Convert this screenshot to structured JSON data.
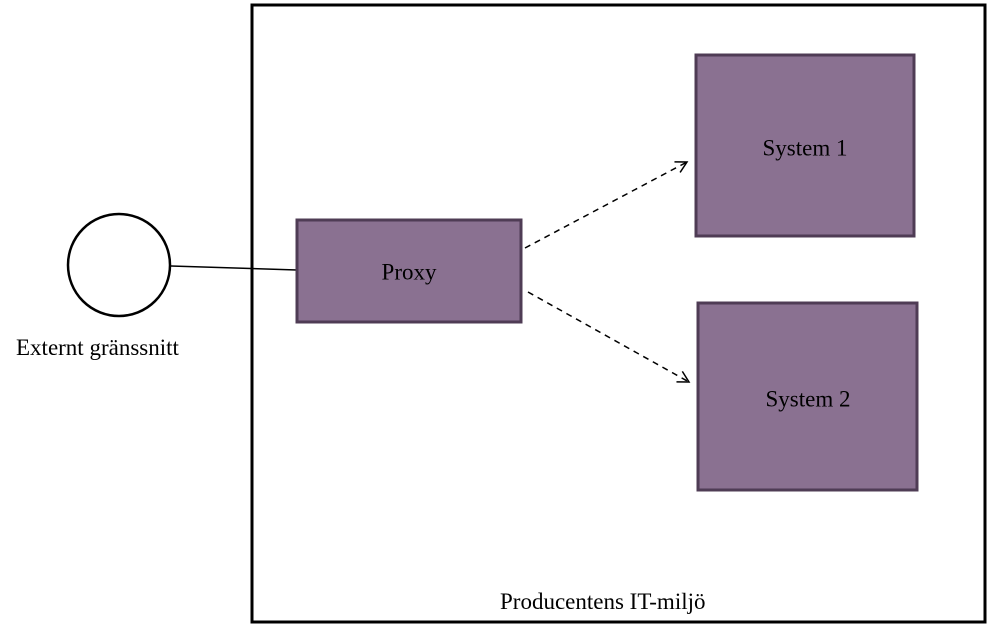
{
  "diagram": {
    "interface": {
      "label": "Externt gränssnitt"
    },
    "environment": {
      "label": "Producentens IT-miljö"
    },
    "proxy": {
      "label": "Proxy"
    },
    "system1": {
      "label": "System 1"
    },
    "system2": {
      "label": "System 2"
    }
  },
  "colors": {
    "box_fill": "#8a7191",
    "box_border": "#4f3c55",
    "line": "#000000",
    "background": "#ffffff"
  }
}
